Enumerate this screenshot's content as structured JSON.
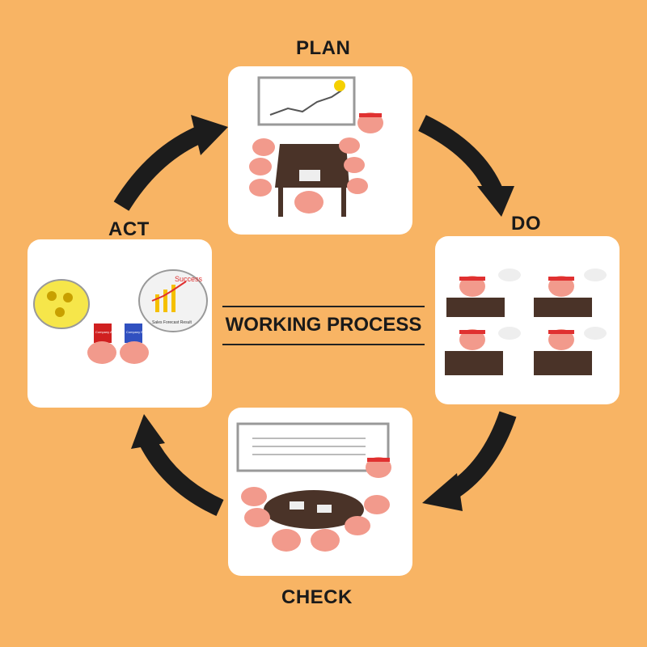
{
  "title": "WORKING PROCESS",
  "stages": {
    "plan": "PLAN",
    "do": "DO",
    "check": "CHECK",
    "act": "ACT"
  },
  "act_card": {
    "tag_a": "Company A",
    "tag_b": "Company B",
    "chart_label": "Success",
    "chart_caption": "Sales Forecast Result"
  },
  "colors": {
    "background": "#F8B464",
    "arrow": "#1c1c1c",
    "brain": "#F29A8C",
    "desk": "#4a3328"
  }
}
